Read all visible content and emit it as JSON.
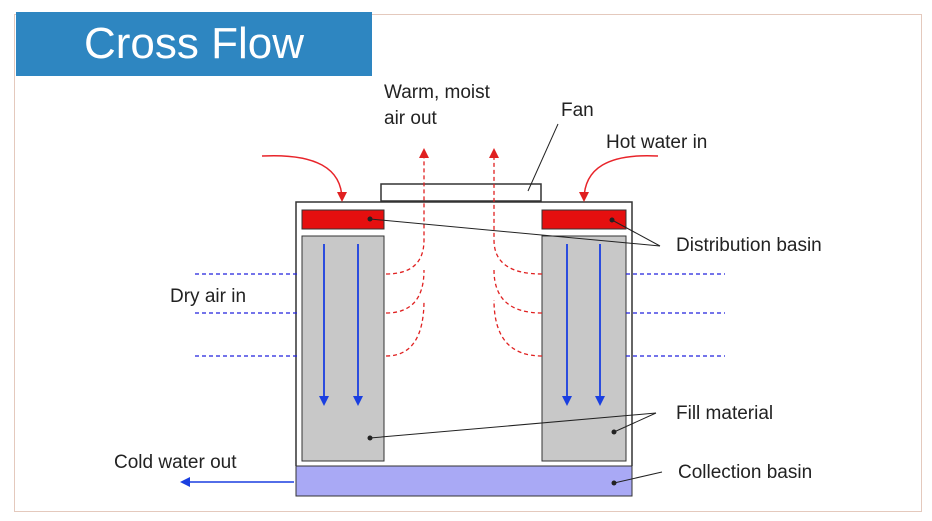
{
  "title": "Cross Flow",
  "labels": {
    "warm_line1": "Warm, moist",
    "warm_line2": "air out",
    "fan": "Fan",
    "hot_water": "Hot water in",
    "distribution": "Distribution basin",
    "dry_air": "Dry air in",
    "fill": "Fill material",
    "cold_water": "Cold water out",
    "collection": "Collection basin"
  },
  "colors": {
    "title_bg": "#2e86c1",
    "hot_water": "#e8242a",
    "distribution_basin": "#e50f0f",
    "fill_material": "#c8c8c8",
    "collection_basin": "#a9a9f5",
    "water_flow": "#1a3fe0",
    "dry_air": "#2222dd",
    "warm_air": "#e02020"
  }
}
